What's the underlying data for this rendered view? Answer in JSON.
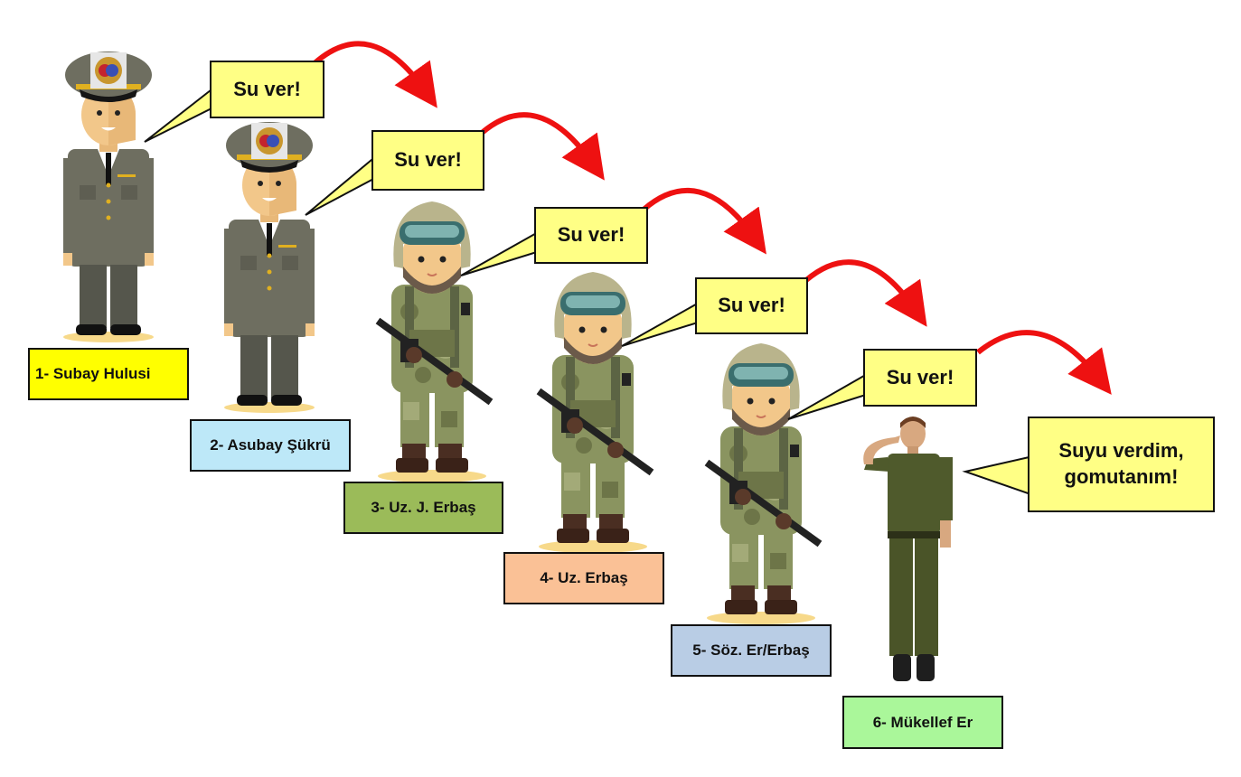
{
  "title": "Su ver! chain of command",
  "steps": [
    {
      "rank": "1- Subay Hulusi",
      "speech": "Su ver!",
      "label_color": "#FFFF00"
    },
    {
      "rank": "2- Asubay Şükrü",
      "speech": "Su ver!",
      "label_color": "#BDE8F8"
    },
    {
      "rank": "3- Uz. J. Erbaş",
      "speech": "Su ver!",
      "label_color": "#9BBB59"
    },
    {
      "rank": "4- Uz. Erbaş",
      "speech": "Su ver!",
      "label_color": "#FAC196"
    },
    {
      "rank": "5- Söz. Er/Erbaş",
      "speech": "Su ver!",
      "label_color": "#B9CDE5"
    },
    {
      "rank": "6- Mükellef Er",
      "speech": "Suyu verdim, gomutanım!",
      "label_color": "#AAF79A"
    }
  ],
  "colors": {
    "bubble": "#FFFF85",
    "arrow": "#EE1111"
  }
}
